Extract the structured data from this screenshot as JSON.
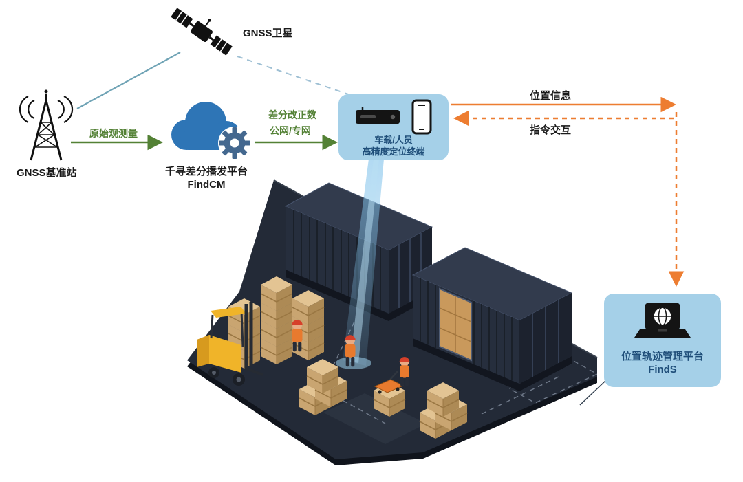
{
  "nodes": {
    "satellite": {
      "label": "GNSS卫星"
    },
    "base_station": {
      "label": "GNSS基准站"
    },
    "cloud_platform": {
      "title": "千寻差分播发平台",
      "subtitle": "FindCM"
    },
    "terminal": {
      "line1": "车载/人员",
      "line2": "高精度定位终端"
    },
    "management_platform": {
      "title": "位置轨迹管理平台",
      "subtitle": "FindS"
    }
  },
  "links": {
    "base_to_cloud": {
      "label": "原始观测量"
    },
    "cloud_to_terminal": {
      "line1": "差分改正数",
      "line2": "公网/专网"
    },
    "terminal_to_platform": {
      "label": "位置信息"
    },
    "platform_to_terminal": {
      "label": "指令交互"
    }
  },
  "colors": {
    "green_link": "#538135",
    "orange_link": "#ED7D31",
    "panel_fill": "#A5D0E8",
    "panel_text": "#1F4E79",
    "cloud_blue": "#2E75B6",
    "gear_blue": "#44688F",
    "satellite_link_teal": "#6FA3B5",
    "satellite_link_dashed": "#9FC0D4",
    "ground_dark": "#232A37",
    "container_navy": "#262E3D",
    "carton_tan": "#E3C493",
    "forklift_yellow": "#F0B429",
    "beam_blue": "#82C3EB"
  },
  "icons": [
    "gnss-satellite-icon",
    "base-station-tower-icon",
    "cloud-icon",
    "gear-icon",
    "vehicle-terminal-icon",
    "smartphone-icon",
    "laptop-globe-icon",
    "shipping-container-icon",
    "carton-stack-icon",
    "forklift-icon",
    "worker-icon",
    "pallet-jack-icon"
  ]
}
